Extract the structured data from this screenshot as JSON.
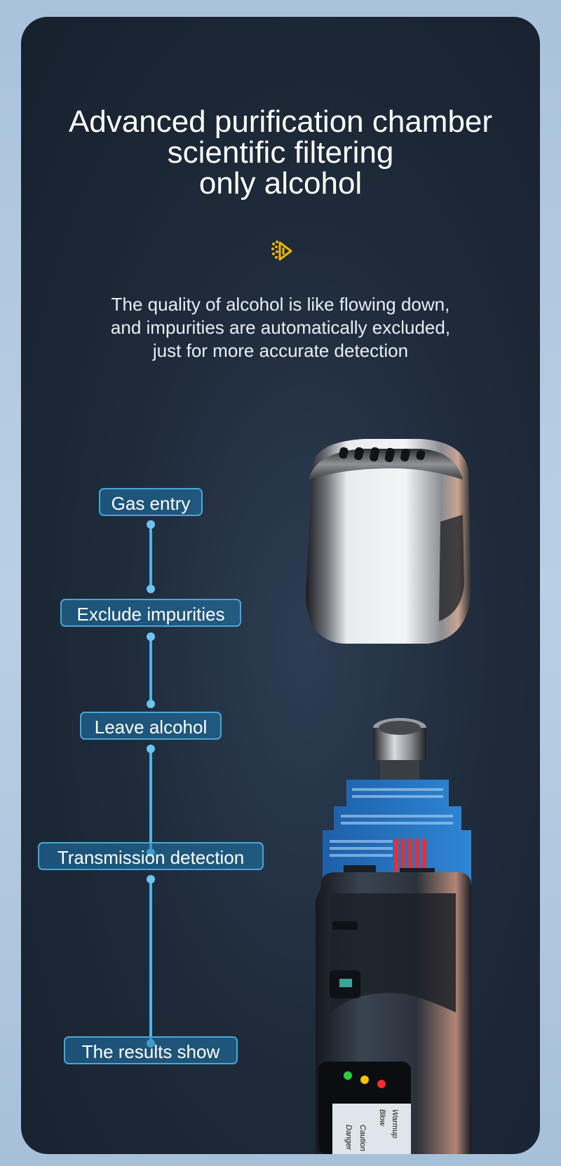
{
  "headline": {
    "line1": "Advanced purification chamber",
    "line2": "scientific filtering",
    "line3": "only alcohol"
  },
  "logo_icon": "brand-dots-icon",
  "description": {
    "line1": "The quality of alcohol is like flowing down,",
    "line2": "and impurities are automatically excluded,",
    "line3": "just for more accurate detection"
  },
  "flow_steps": [
    "Gas entry",
    "Exclude impurities",
    "Leave alcohol",
    "Transmission detection",
    "The results show"
  ],
  "device_screen": {
    "item1": "Warmup",
    "item2": "Blow",
    "item3": "Caution",
    "item4": "Danger"
  },
  "colors": {
    "accent": "#4fb3e6",
    "logo": "#f2b705",
    "led_green": "#2ecc40",
    "led_yellow": "#f5c400",
    "led_red": "#ff2a2a"
  }
}
